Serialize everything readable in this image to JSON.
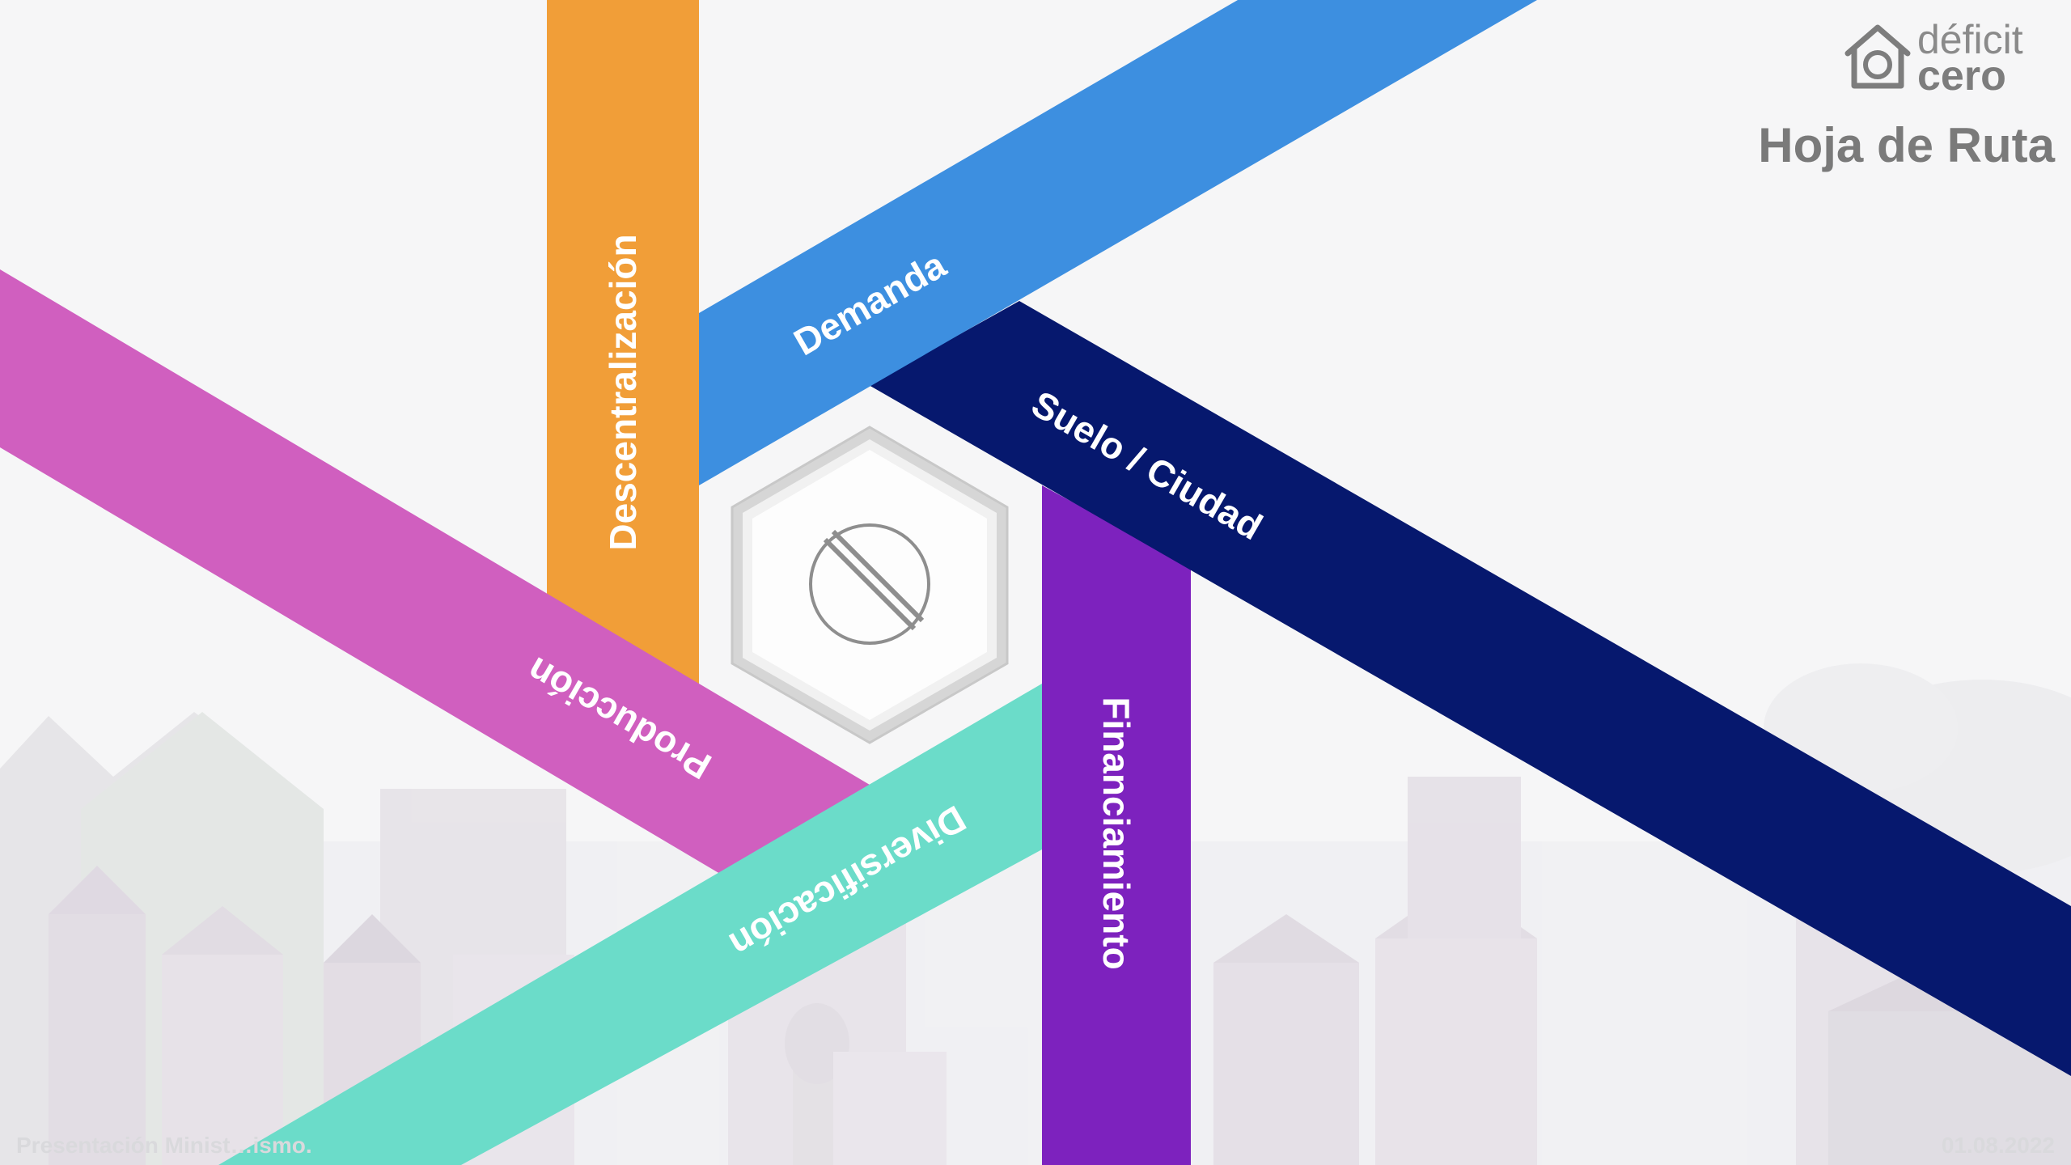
{
  "brand": {
    "top": "déficit",
    "bottom": "cero"
  },
  "title": "Hoja de Ruta",
  "bands": [
    {
      "label": "Descentralización",
      "color": "#f19e38"
    },
    {
      "label": "Demanda",
      "color": "#3d8fe0"
    },
    {
      "label": "Suelo / Ciudad",
      "color": "#06186e"
    },
    {
      "label": "Financiamiento",
      "color": "#7d22be"
    },
    {
      "label": "Diversificación",
      "color": "#6bdcc9"
    },
    {
      "label": "Producción",
      "color": "#d05fbf"
    }
  ],
  "footer": {
    "left": "Presentación Minist…ismo.",
    "right": "01.08.2022"
  }
}
